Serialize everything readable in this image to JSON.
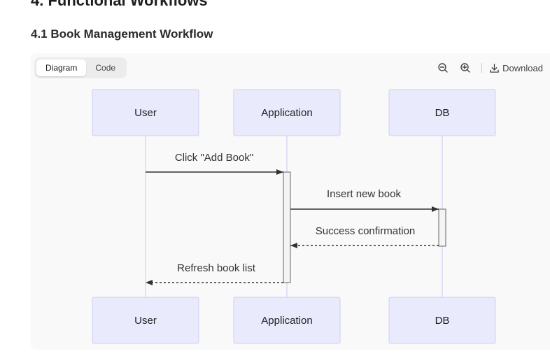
{
  "section_heading": "4. Functional Workflows",
  "subsection_heading": "4.1 Book Management Workflow",
  "tabs": [
    {
      "label": "Diagram",
      "active": true
    },
    {
      "label": "Code",
      "active": false
    }
  ],
  "toolbar": {
    "zoom_out_icon": "zoom-out-icon",
    "zoom_in_icon": "zoom-in-icon",
    "download_icon": "download-icon",
    "download_label": "Download"
  },
  "colors": {
    "actor_fill": "#eaeafd",
    "actor_stroke": "#cfcff5",
    "lifeline": "#d6d6f5",
    "arrow": "#333333",
    "panel_bg": "#f9f9f9"
  },
  "diagram": {
    "type": "sequence",
    "participants": [
      "User",
      "Application",
      "DB"
    ],
    "messages": [
      {
        "from": "User",
        "to": "Application",
        "label": "Click \"Add Book\"",
        "style": "solid"
      },
      {
        "from": "Application",
        "to": "DB",
        "label": "Insert new book",
        "style": "solid"
      },
      {
        "from": "DB",
        "to": "Application",
        "label": "Success confirmation",
        "style": "dashed"
      },
      {
        "from": "Application",
        "to": "User",
        "label": "Refresh book list",
        "style": "dashed"
      }
    ]
  }
}
